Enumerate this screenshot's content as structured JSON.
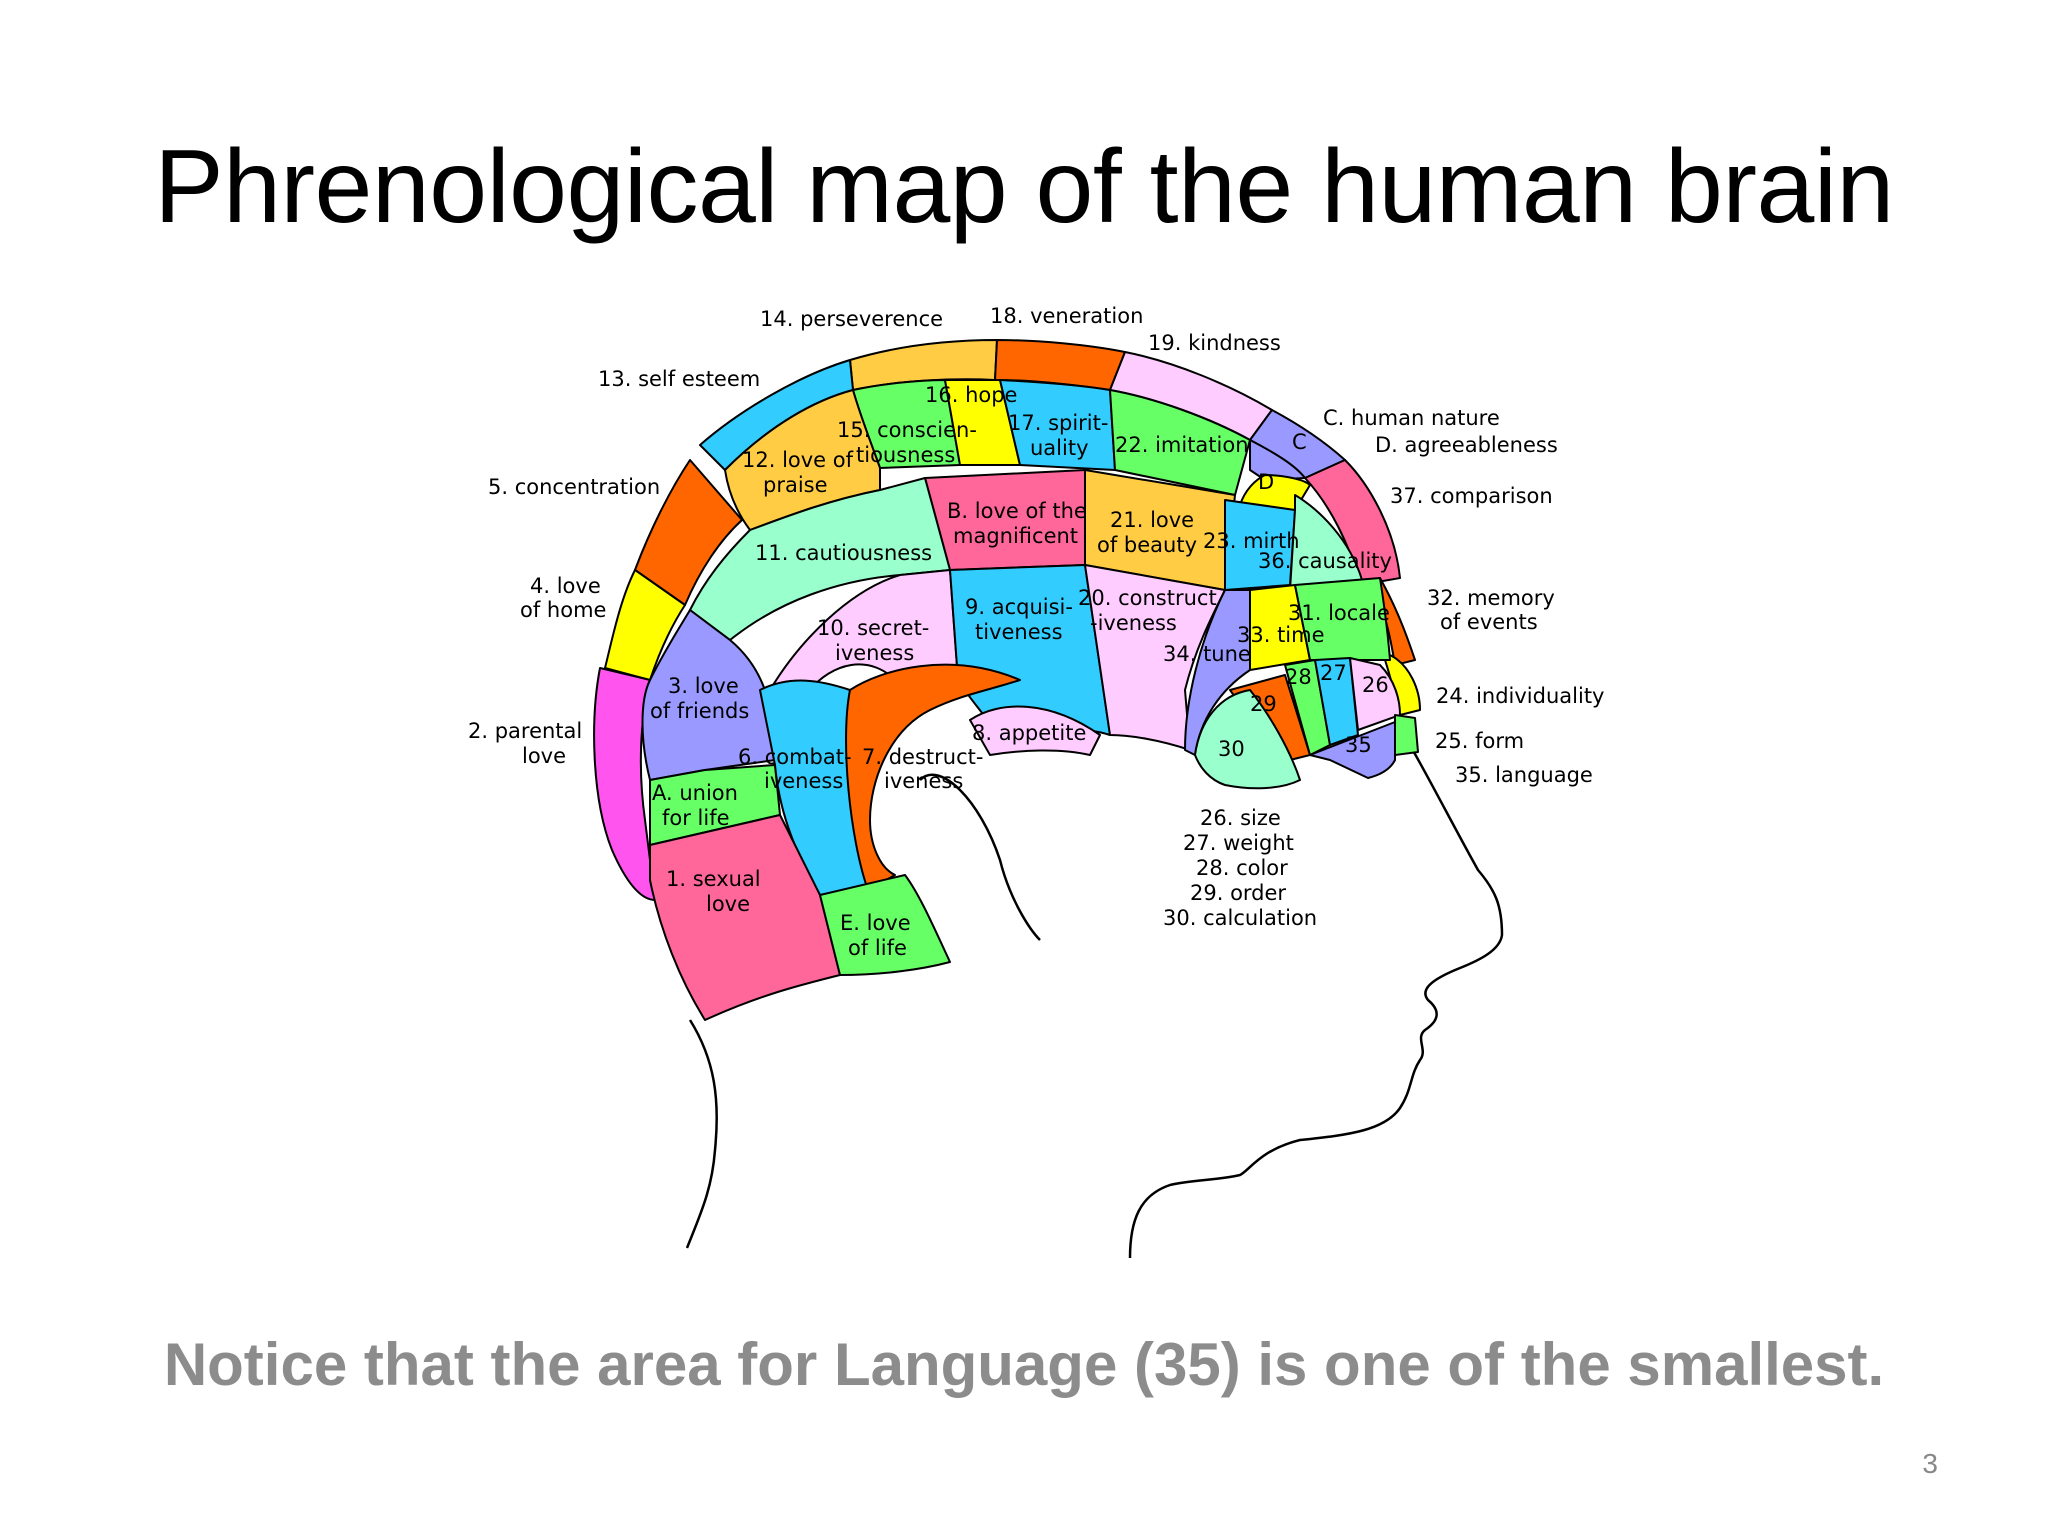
{
  "slide": {
    "title": "Phrenological map of the human brain",
    "caption": "Notice that the area for Language (35) is one of the smallest.",
    "page_number": "3"
  },
  "colors": {
    "pink": "#ff6699",
    "orange": "#ff6600",
    "yellow": "#ffff00",
    "light_orange": "#ffcc44",
    "green": "#66ff66",
    "cyan": "#33ccff",
    "mint": "#99ffcc",
    "lavender": "#9999ff",
    "light_pink": "#ffccff",
    "magenta": "#ff55ee",
    "caption_gray": "#8c8c8c"
  },
  "outside_labels": {
    "l14": "14. perseverence",
    "l18": "18. veneration",
    "l19": "19. kindness",
    "l13": "13. self esteem",
    "lC": "C. human nature",
    "lD": "D. agreeableness",
    "l5": "5. concentration",
    "l37": "37. comparison",
    "l4a": "4. love",
    "l4b": "of home",
    "l32a": "32. memory",
    "l32b": "of events",
    "l24": "24. individuality",
    "l2a": "2. parental",
    "l2b": "love",
    "l25": "25. form",
    "l35": "35. language",
    "key26": "26. size",
    "key27": "27. weight",
    "key28": "28. color",
    "key29": "29. order",
    "key30": "30. calculation"
  },
  "region_labels": {
    "r16": "16. hope",
    "r15a": "15. conscien-",
    "r15b": "tiousness",
    "r17a": "17. spirit-",
    "r17b": "uality",
    "r22": "22. imitation",
    "rC": "C",
    "rD": "D",
    "r12a": "12. love of",
    "r12b": "praise",
    "rBa": "B. love of the",
    "rBb": "magnificent",
    "r21a": "21. love",
    "r21b": "of beauty",
    "r23": "23. mirth",
    "r36": "36. causality",
    "r11": "11. cautiousness",
    "r10a": "10. secret-",
    "r10b": "iveness",
    "r9a": "9. acquisi-",
    "r9b": "tiveness",
    "r20a": "20. construct",
    "r20b": "-iveness",
    "r31": "31. locale",
    "r33": "33. time",
    "r34": "34. tune",
    "r3a": "3. love",
    "r3b": "of friends",
    "r28": "28",
    "r27": "27",
    "r26": "26",
    "r29": "29",
    "r30": "30",
    "r35": "35",
    "r8": "8. appetite",
    "r6a": "6. combat-",
    "r6b": "iveness",
    "r7a": "7. destruct-",
    "r7b": "iveness",
    "rAa": "A. union",
    "rAb": "for life",
    "r1a": "1. sexual",
    "r1b": "love",
    "rEa": "E. love",
    "rEb": "of life"
  }
}
